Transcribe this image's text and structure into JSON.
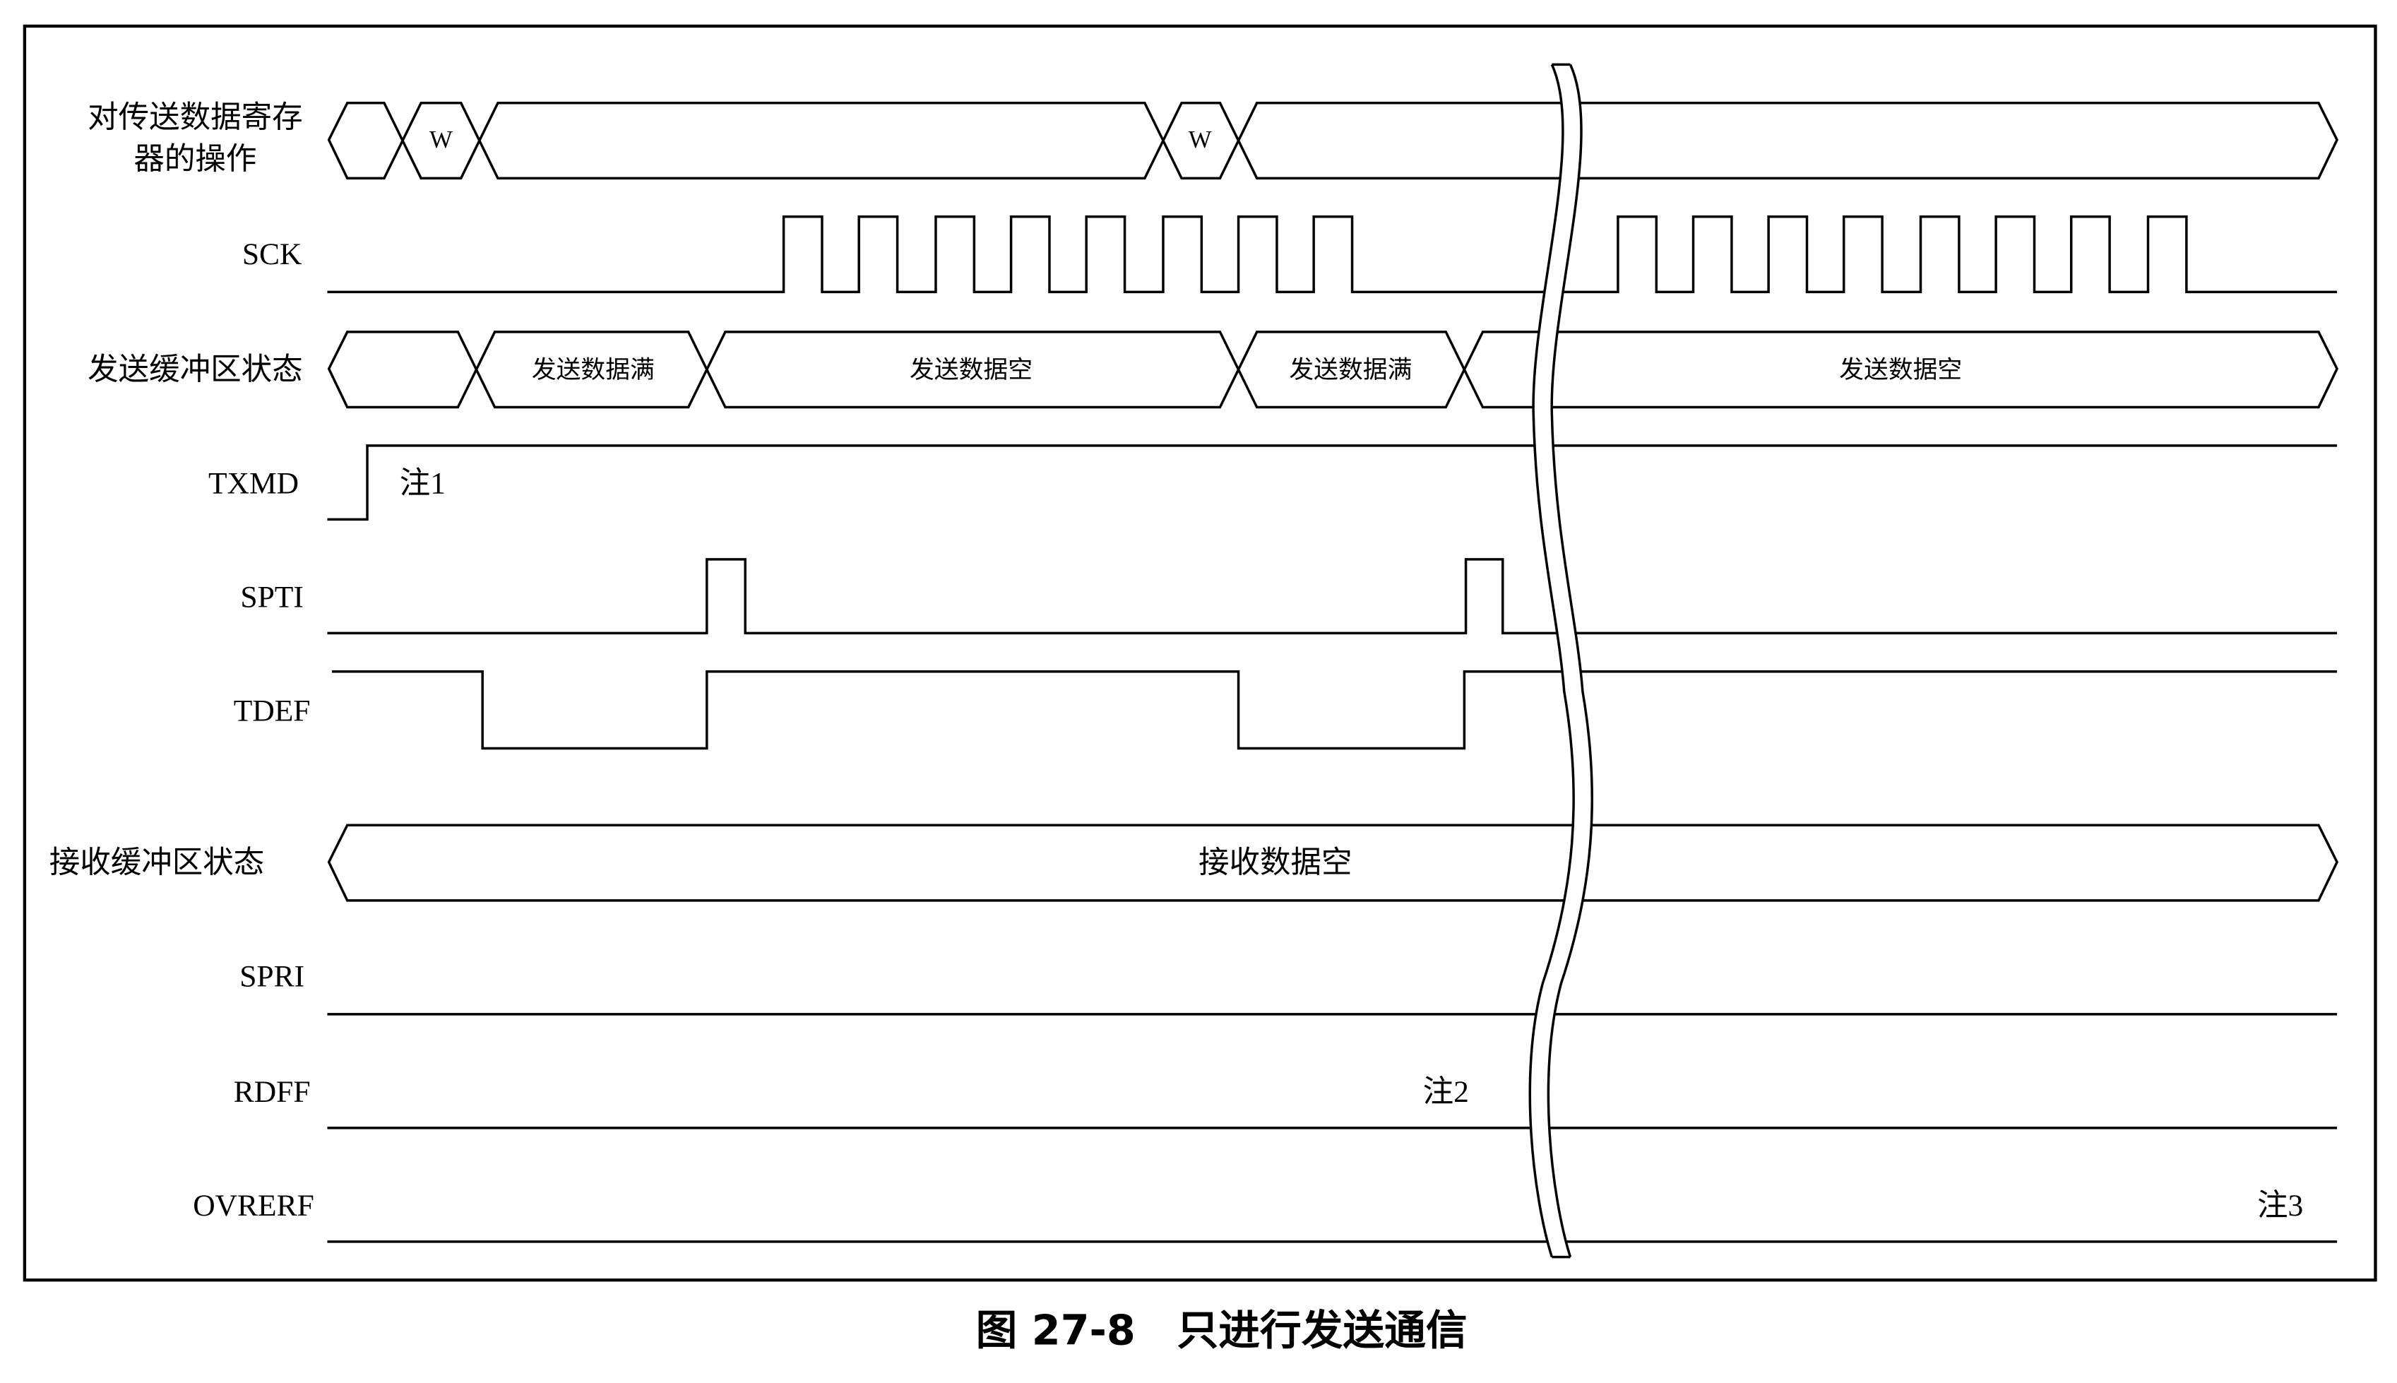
{
  "signals": {
    "tx_reg_op_line1": "对传送数据寄存",
    "tx_reg_op_line2": "器的操作",
    "sck": "SCK",
    "tx_buffer": "发送缓冲区状态",
    "txmd": "TXMD",
    "spti": "SPTI",
    "tdef": "TDEF",
    "rx_buffer": "接收缓冲区状态",
    "spri": "SPRI",
    "rdff": "RDFF",
    "ovrerf": "OVRERF"
  },
  "tx_reg_states": [
    "W",
    "W"
  ],
  "tx_buffer_states": [
    "发送数据满",
    "发送数据空",
    "发送数据满",
    "发送数据空"
  ],
  "rx_buffer_state": "接收数据空",
  "notes": {
    "note1": "注1",
    "note2": "注2",
    "note3": "注3"
  },
  "caption": "图 27-8　只进行发送通信"
}
